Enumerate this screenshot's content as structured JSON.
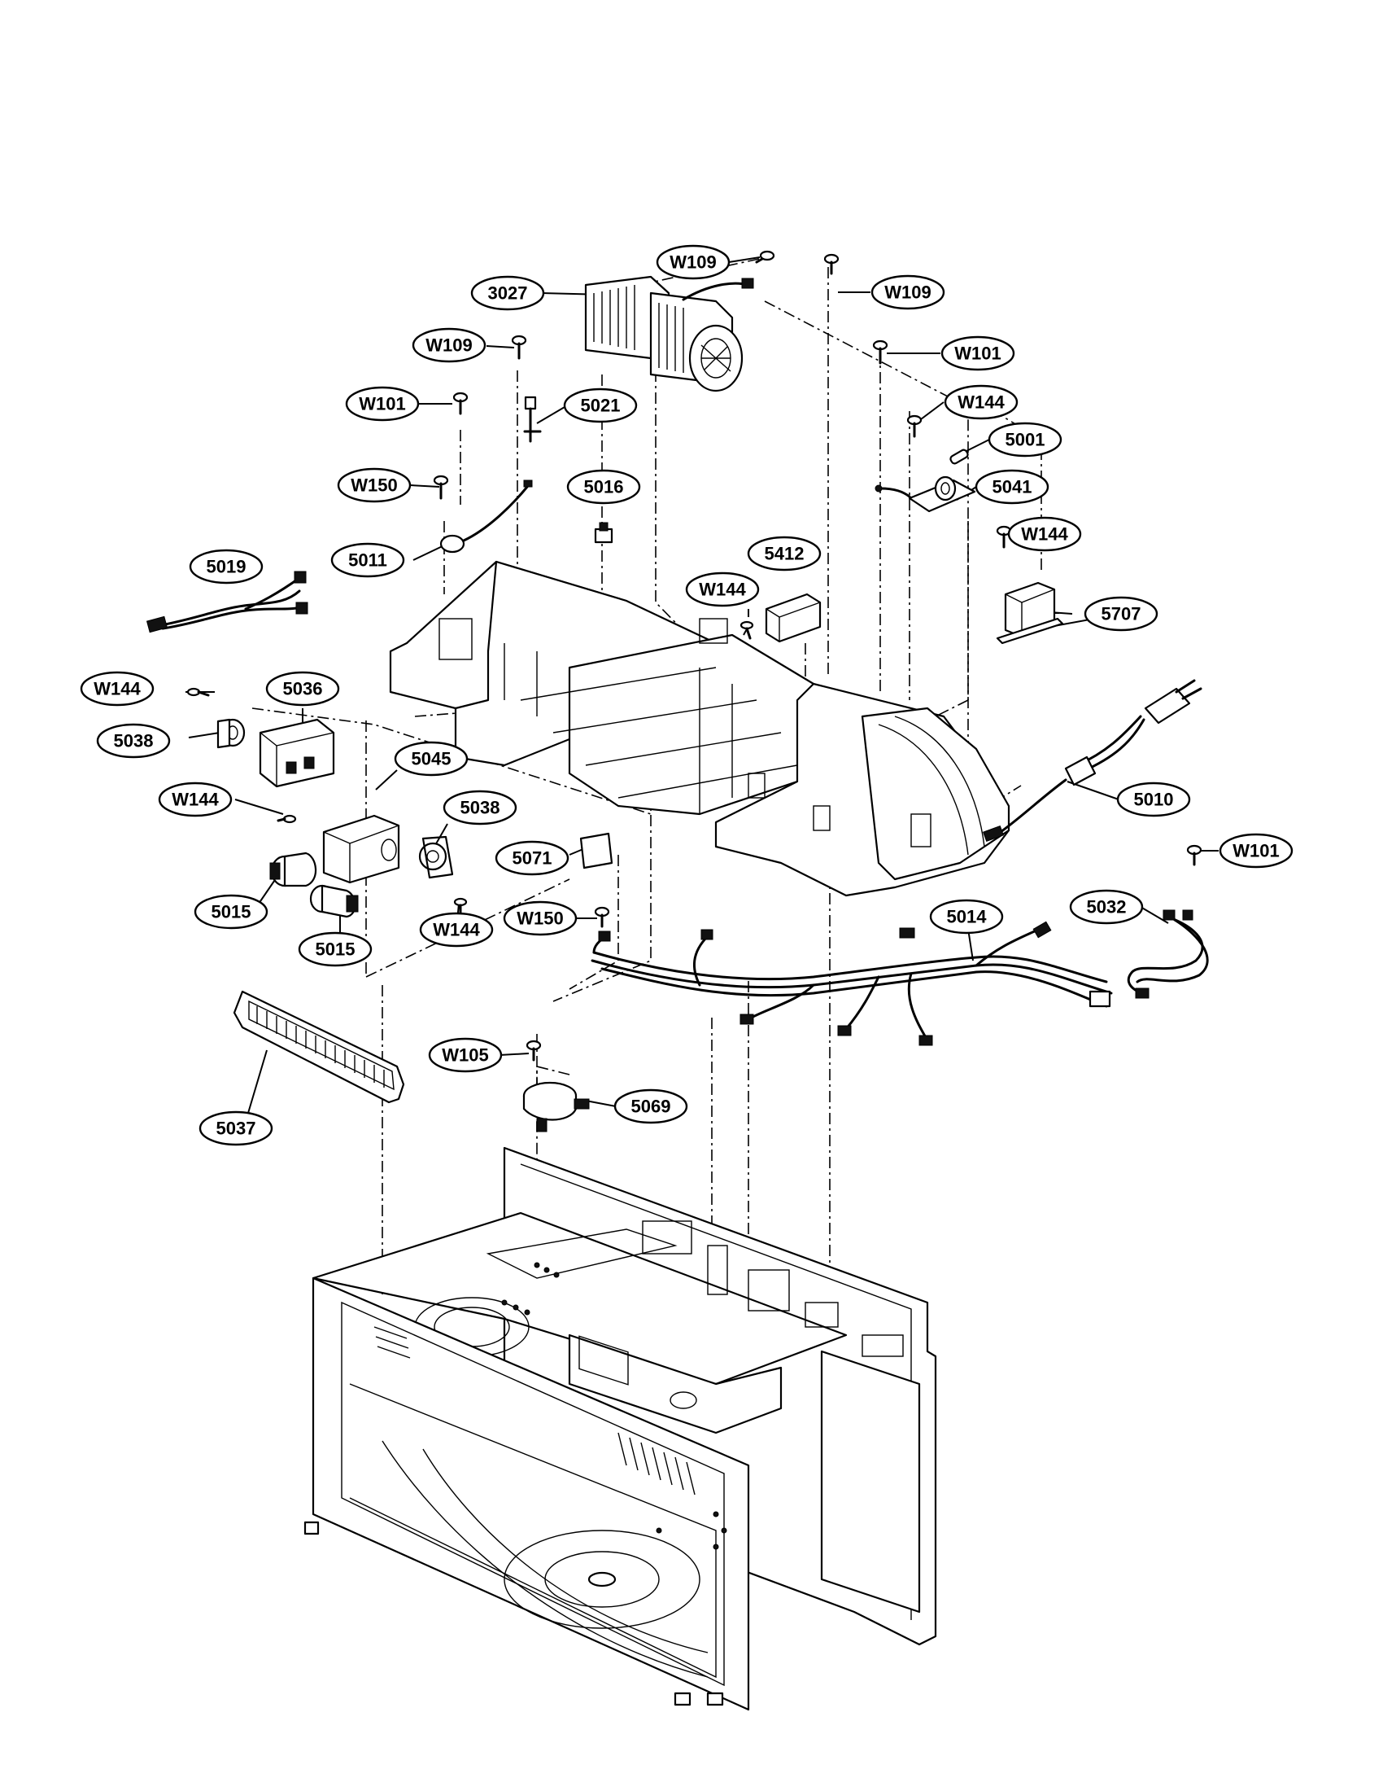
{
  "diagram": {
    "callouts": [
      {
        "id": "c-w109-top",
        "label": "W109"
      },
      {
        "id": "c-3027",
        "label": "3027"
      },
      {
        "id": "c-w109-right",
        "label": "W109"
      },
      {
        "id": "c-w109-left",
        "label": "W109"
      },
      {
        "id": "c-w101-right",
        "label": "W101"
      },
      {
        "id": "c-w101-left",
        "label": "W101"
      },
      {
        "id": "c-5021",
        "label": "5021"
      },
      {
        "id": "c-w144-a",
        "label": "W144"
      },
      {
        "id": "c-5001",
        "label": "5001"
      },
      {
        "id": "c-w150-top",
        "label": "W150"
      },
      {
        "id": "c-5016",
        "label": "5016"
      },
      {
        "id": "c-5041",
        "label": "5041"
      },
      {
        "id": "c-5011",
        "label": "5011"
      },
      {
        "id": "c-w144-b",
        "label": "W144"
      },
      {
        "id": "c-5019",
        "label": "5019"
      },
      {
        "id": "c-5412",
        "label": "5412"
      },
      {
        "id": "c-w144-c",
        "label": "W144"
      },
      {
        "id": "c-5707",
        "label": "5707"
      },
      {
        "id": "c-w144-d",
        "label": "W144"
      },
      {
        "id": "c-5036",
        "label": "5036"
      },
      {
        "id": "c-5038-left",
        "label": "5038"
      },
      {
        "id": "c-5045",
        "label": "5045"
      },
      {
        "id": "c-w144-e",
        "label": "W144"
      },
      {
        "id": "c-5010",
        "label": "5010"
      },
      {
        "id": "c-5038-right",
        "label": "5038"
      },
      {
        "id": "c-5071",
        "label": "5071"
      },
      {
        "id": "c-w101-low",
        "label": "W101"
      },
      {
        "id": "c-5015-a",
        "label": "5015"
      },
      {
        "id": "c-w150-low",
        "label": "W150"
      },
      {
        "id": "c-5014",
        "label": "5014"
      },
      {
        "id": "c-5032",
        "label": "5032"
      },
      {
        "id": "c-w144-f",
        "label": "W144"
      },
      {
        "id": "c-5015-b",
        "label": "5015"
      },
      {
        "id": "c-w105",
        "label": "W105"
      },
      {
        "id": "c-5069",
        "label": "5069"
      },
      {
        "id": "c-5037",
        "label": "5037"
      }
    ]
  }
}
